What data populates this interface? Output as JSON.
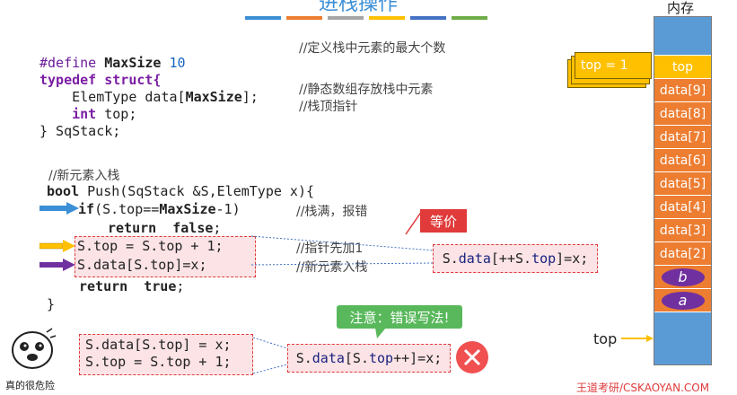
{
  "title": "进栈操作",
  "title_bar_colors": [
    "#3b8fd6",
    "#ed7d31",
    "#a5a5a5",
    "#ffc000",
    "#4472c4",
    "#70ad47"
  ],
  "struct_code": {
    "line1_define": "#define",
    "line1_name": "MaxSize",
    "line1_value": "10",
    "line1_comment": "//定义栈中元素的最大个数",
    "line2_typedef": "typedef",
    "line2_struct": "struct{",
    "line3_type": "ElemType",
    "line3_field": " data[",
    "line3_size": "MaxSize",
    "line3_end": "];",
    "line3_comment": "//静态数组存放栈中元素",
    "line4_int": "int",
    "line4_field": " top;",
    "line4_comment": "//栈顶指针",
    "line5": "} SqStack;"
  },
  "push_code": {
    "comment_header": "//新元素入栈",
    "sig_bool": "bool",
    "sig_rest": " Push(SqStack &S,ElemType x){",
    "if_kw": "if",
    "if_cond_a": "(S.top==",
    "if_cond_b": "MaxSize",
    "if_cond_c": "-1)",
    "if_comment": "//栈满，报错",
    "ret_false_kw": "return",
    "ret_false_val": "false",
    "ret_false_end": ";",
    "inc_line": "S.top = S.top + 1;",
    "inc_comment": "//指针先加1",
    "assign_line": "S.data[S.top]=x;",
    "assign_comment": "//新元素入栈",
    "ret_true_kw": "return",
    "ret_true_val": "true",
    "ret_true_end": ";",
    "close": "}"
  },
  "equiv": {
    "tag": "等价",
    "code_a": "S.",
    "code_b": "data",
    "code_c": "[++S.",
    "code_d": "top",
    "code_e": "]=x;"
  },
  "wrong": {
    "note": "注意：错误写法!",
    "line1": "S.data[S.top] = x;",
    "line2": "S.top = S.top + 1;",
    "code_a": "S.",
    "code_b": "data",
    "code_c": "[S.",
    "code_d": "top",
    "code_e": "++]=x;"
  },
  "memory": {
    "label": "内存",
    "top_cell": "top",
    "cells": [
      "data[9]",
      "data[8]",
      "data[7]",
      "data[6]",
      "data[5]",
      "data[4]",
      "data[3]",
      "data[2]"
    ],
    "oval_b": "b",
    "oval_a": "a",
    "top_pointer": "top",
    "top_note": "top = 1"
  },
  "sticker_caption": "真的很危险",
  "footer_text": "王道考研/CSKAOYAN.COM",
  "colors": {
    "title": "#3b8fd6",
    "cell": "#ed7d31",
    "top_cell": "#ffc000",
    "mem_bg": "#5b9bd5",
    "oval": "#7030a0",
    "accent_red": "#e03a3a",
    "note_green": "#58b85b",
    "arrow_blue": "#3b8fd6",
    "arrow_yellow": "#ffc000",
    "arrow_purple": "#7030a0"
  }
}
